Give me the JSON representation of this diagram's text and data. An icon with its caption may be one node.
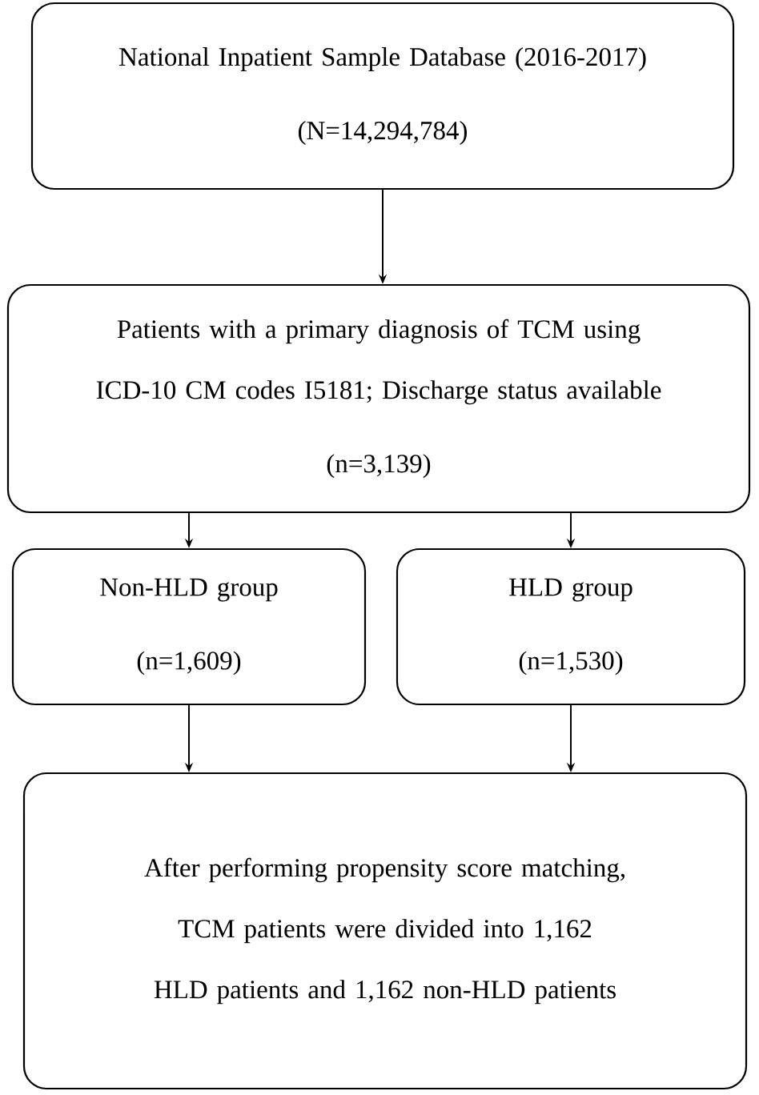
{
  "diagram": {
    "nodes": [
      {
        "text": [
          "National Inpatient Sample Database (2016-2017)",
          "(N=14,294,784)"
        ]
      },
      {
        "text": [
          "Patients with a primary diagnosis of TCM using ICD-10 CM codes I5181; Discharge status available",
          "(n=3,139)"
        ]
      },
      {
        "text": [
          "Non-HLD group",
          "(n=1,609)"
        ]
      },
      {
        "text": [
          "HLD group",
          "(n=1,530)"
        ]
      },
      {
        "text": [
          "After performing propensity score matching, TCM patients were divided into 1,162 HLD patients and 1,162 non-HLD patients"
        ]
      }
    ],
    "edges": [
      {
        "from": 0,
        "to": 1,
        "arrow": "to"
      },
      {
        "from": 1,
        "to": 2,
        "arrow": "to"
      },
      {
        "from": 1,
        "to": 3,
        "arrow": "to"
      },
      {
        "from": 2,
        "to": 4,
        "arrow": "to"
      },
      {
        "from": 3,
        "to": 4,
        "arrow": "to"
      }
    ]
  }
}
